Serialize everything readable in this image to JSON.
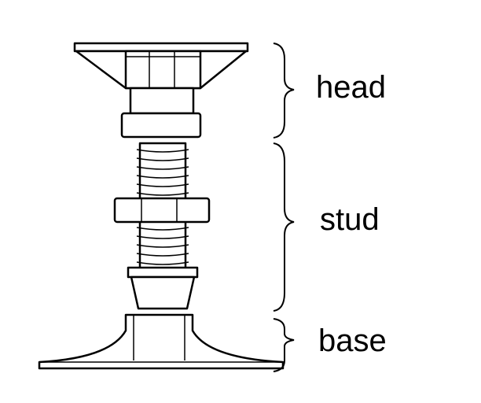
{
  "diagram": {
    "labels": {
      "head": "head",
      "stud": "stud",
      "base": "base"
    }
  }
}
